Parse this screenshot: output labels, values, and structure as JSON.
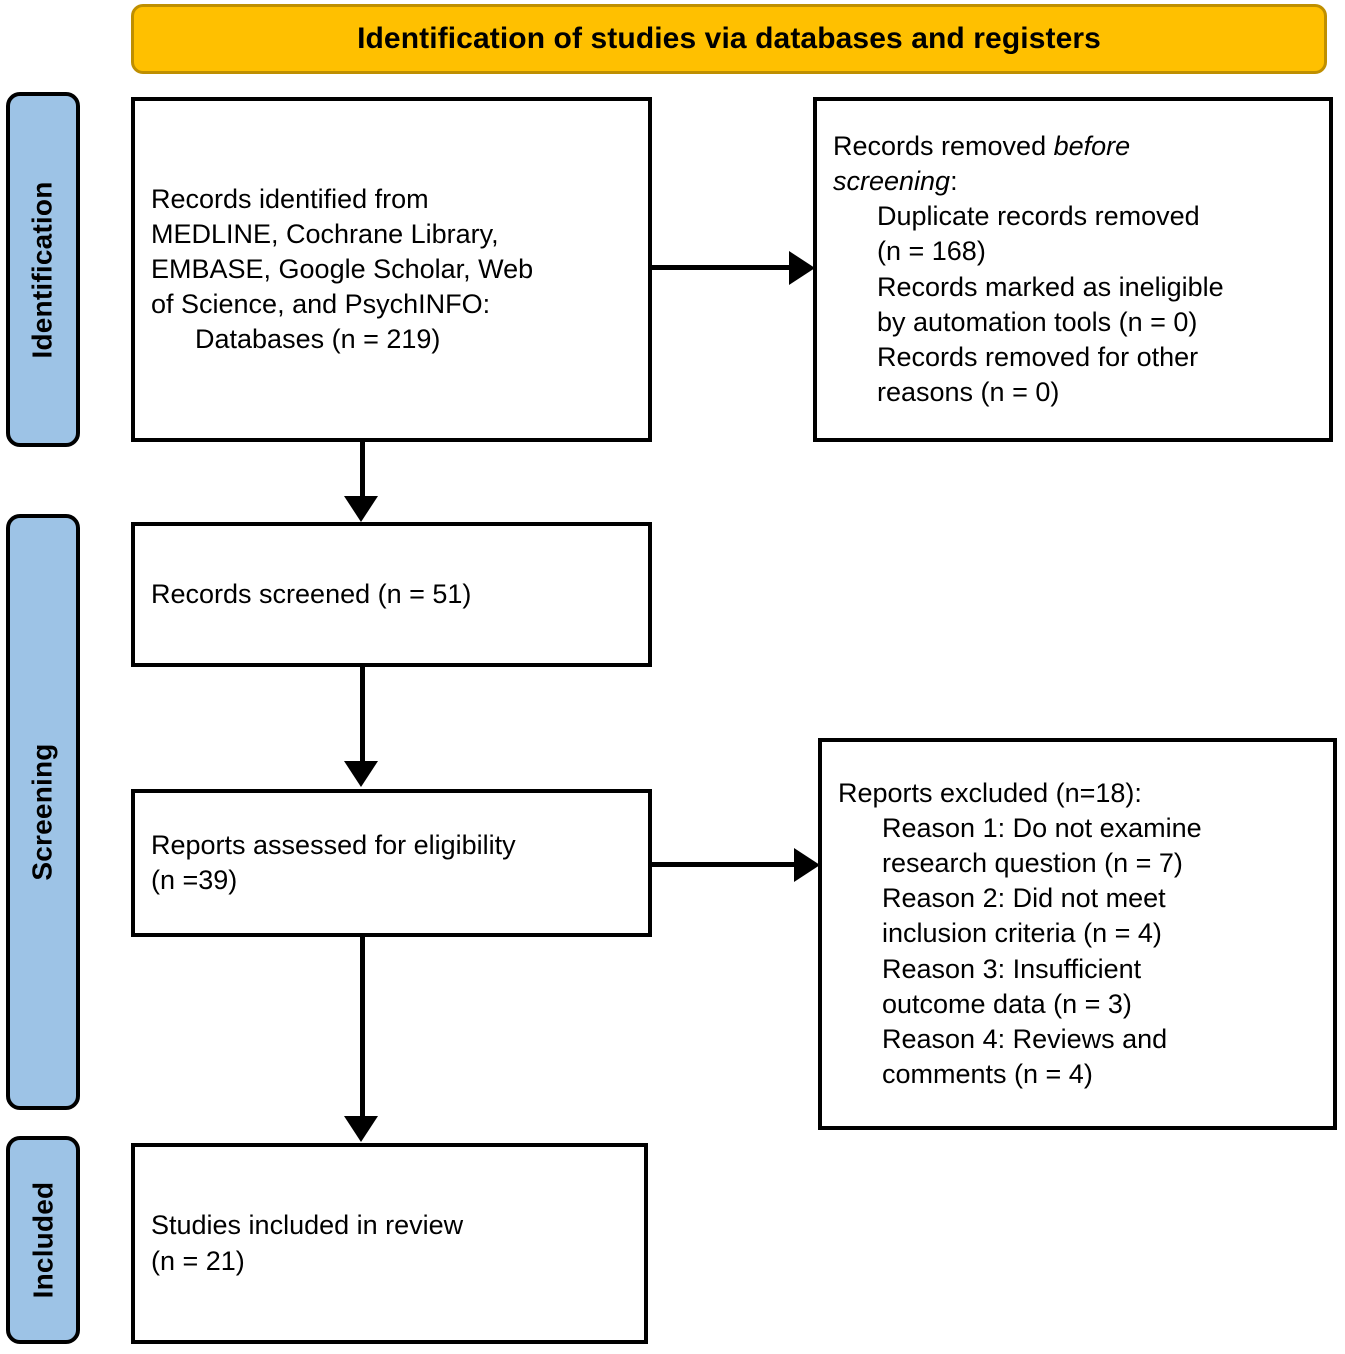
{
  "header": {
    "title": "Identification of studies via databases and registers",
    "bg_color": "#FFC000",
    "border_color": "#BF8F00"
  },
  "stage_label_color": "#9DC3E6",
  "stages": [
    {
      "id": "identification",
      "label": "Identification"
    },
    {
      "id": "screening",
      "label": "Screening"
    },
    {
      "id": "included",
      "label": "Included"
    }
  ],
  "boxes": {
    "identified": {
      "line1": "Records identified from",
      "line2": "MEDLINE, Cochrane Library,",
      "line3": "EMBASE, Google Scholar, Web",
      "line4": "of Science, and PsychINFO:",
      "line5": "Databases (n = 219)"
    },
    "removed": {
      "line1_pre": "Records removed ",
      "line1_em": "before",
      "line2_em": "screening",
      "line2_post": ":",
      "item1a": "Duplicate records removed",
      "item1b": "(n = 168)",
      "item2a": "Records marked as ineligible",
      "item2b": "by automation tools (n = 0)",
      "item3a": "Records removed for other",
      "item3b": "reasons (n = 0)"
    },
    "screened": {
      "line1": "Records screened (n = 51)"
    },
    "assessed": {
      "line1": "Reports assessed for eligibility",
      "line2": "(n =39)"
    },
    "excluded": {
      "heading": "Reports excluded (n=18):",
      "r1a": "Reason 1: Do not examine",
      "r1b": "research question (n = 7)",
      "r2a": "Reason 2: Did not meet",
      "r2b": "inclusion criteria (n = 4)",
      "r3a": "Reason 3: Insufficient",
      "r3b": "outcome data (n = 3)",
      "r4a": "Reason 4: Reviews and",
      "r4b": "comments (n = 4)"
    },
    "included": {
      "line1": "Studies included in review",
      "line2": "(n = 21)"
    }
  },
  "connectors": [
    {
      "name": "identified-to-removed",
      "direction": "right"
    },
    {
      "name": "identified-to-screened",
      "direction": "down"
    },
    {
      "name": "screened-to-assessed",
      "direction": "down"
    },
    {
      "name": "assessed-to-excluded",
      "direction": "right"
    },
    {
      "name": "assessed-to-included",
      "direction": "down"
    }
  ]
}
